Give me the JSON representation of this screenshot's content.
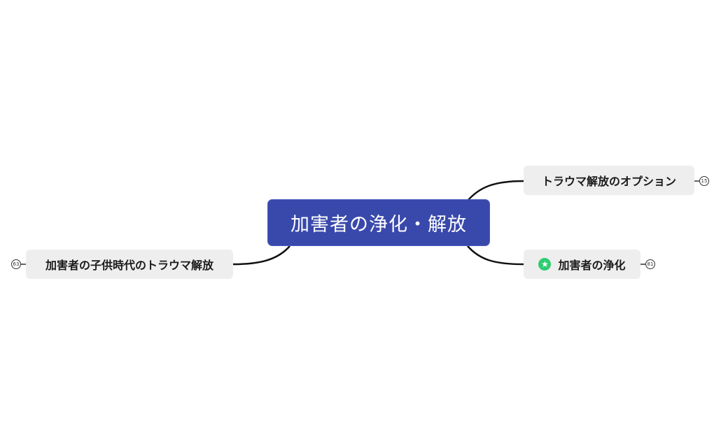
{
  "colors": {
    "root_bg": "#3949ab",
    "root_text": "#ffffff",
    "topic_bg": "#eeeeee",
    "connector": "#111111",
    "star_marker": "#2ecc71"
  },
  "root": {
    "label": "加害者の浄化・解放"
  },
  "topics": [
    {
      "label": "トラウマ解放のオプション",
      "side": "right",
      "collapsed_count": "15"
    },
    {
      "label": "加害者の浄化",
      "side": "right",
      "marker": "star-icon",
      "collapsed_count": "81"
    },
    {
      "label": "加害者の子供時代のトラウマ解放",
      "side": "left",
      "collapsed_count": "63"
    }
  ]
}
